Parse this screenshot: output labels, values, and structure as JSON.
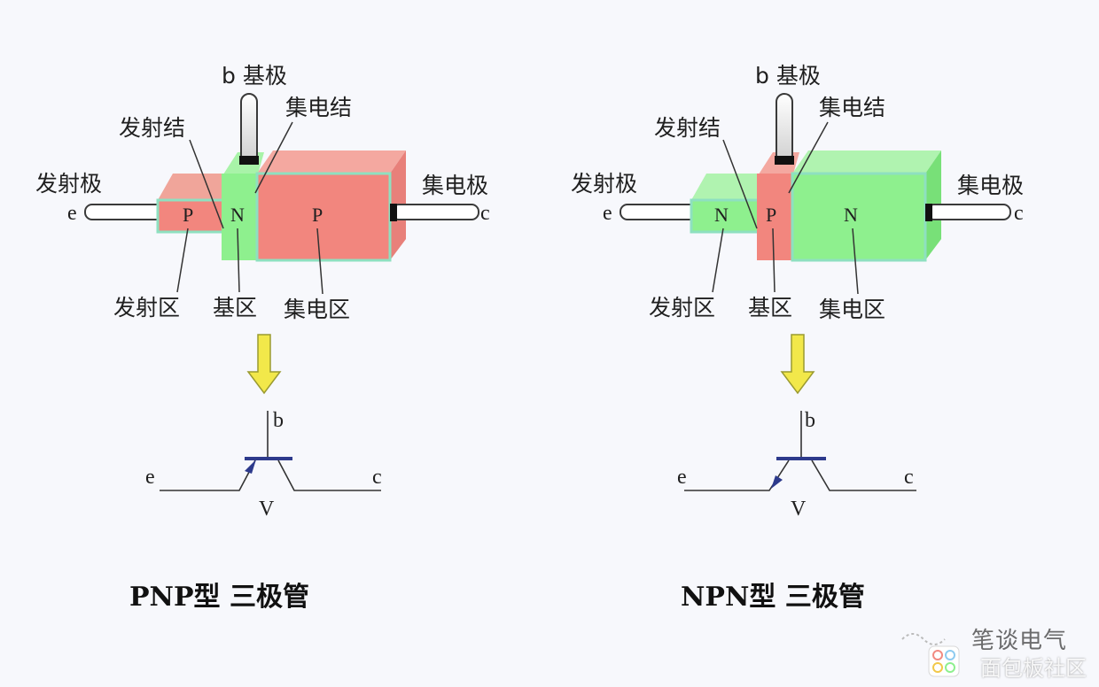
{
  "pnp": {
    "base_terminal": "b 基极",
    "collector_junction": "集电结",
    "emitter_junction": "发射结",
    "emitter_electrode": "发射极",
    "collector_electrode": "集电极",
    "e": "e",
    "c": "c",
    "region_emitter": "P",
    "region_base": "N",
    "region_collector": "P",
    "emitter_region": "发射区",
    "base_region": "基区",
    "collector_region": "集电区",
    "symbol": {
      "b": "b",
      "e": "e",
      "c": "c",
      "v": "V"
    },
    "title": "PNP型 三极管"
  },
  "npn": {
    "base_terminal": "b 基极",
    "collector_junction": "集电结",
    "emitter_junction": "发射结",
    "emitter_electrode": "发射极",
    "collector_electrode": "集电极",
    "e": "e",
    "c": "c",
    "region_emitter": "N",
    "region_base": "P",
    "region_collector": "N",
    "emitter_region": "发射区",
    "base_region": "基区",
    "collector_region": "集电区",
    "symbol": {
      "b": "b",
      "e": "e",
      "c": "c",
      "v": "V"
    },
    "title": "NPN型 三极管"
  },
  "watermark": {
    "line1": "笔谈电气",
    "line2": "面包板社区"
  },
  "colors": {
    "p_region": "#f28b82",
    "n_region": "#8ff08f",
    "arrow": "#f2e84a",
    "symbol_line": "#2d3a8c"
  }
}
